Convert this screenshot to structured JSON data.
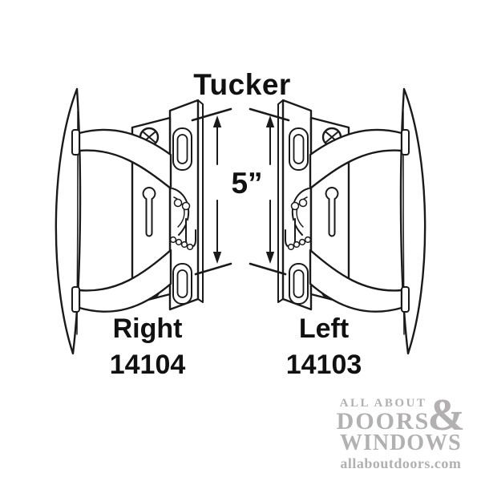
{
  "title": "Tucker",
  "dimension": {
    "label": "5”"
  },
  "products": [
    {
      "side": "Right",
      "part_number": "14104"
    },
    {
      "side": "Left",
      "part_number": "14103"
    }
  ],
  "watermark": {
    "line1": "ALL ABOUT",
    "line2": "DOORS",
    "ampersand": "&",
    "line3": "WINDOWS",
    "website": "allaboutdoors.com"
  },
  "colors": {
    "line_art": "#1a1a1a",
    "text": "#111111",
    "watermark_gray": "#b2b0b0",
    "background": "#ffffff"
  }
}
